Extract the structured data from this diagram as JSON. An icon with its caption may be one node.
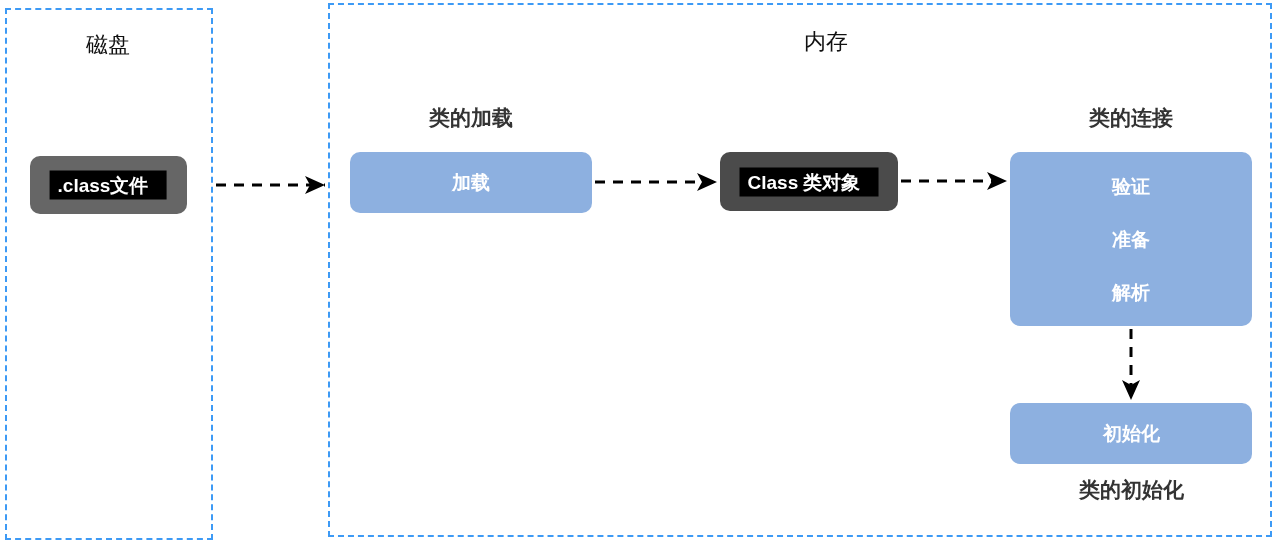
{
  "diagram": {
    "nodes": [
      {
        "text": [
          "磁盘"
        ]
      },
      {
        "text": [
          ".class文件"
        ],
        "in": 0
      },
      {
        "text": [
          "内存"
        ]
      },
      {
        "text": [
          "类的加载",
          "加载"
        ],
        "in": 2
      },
      {
        "text": [
          "Class 类对象"
        ],
        "in": 2
      },
      {
        "text": [
          "类的连接",
          "验证",
          "准备",
          "解析"
        ],
        "in": 2
      },
      {
        "text": [
          "初始化"
        ],
        "beside": [
          "类的初始化"
        ],
        "in": 2
      }
    ],
    "edges": [
      {
        "from": 0,
        "to": 2,
        "arrow": "to",
        "style": "dashed"
      },
      {
        "from": 3,
        "to": 4,
        "arrow": "to",
        "style": "dashed"
      },
      {
        "from": 4,
        "to": 5,
        "arrow": "to",
        "style": "dashed"
      },
      {
        "from": 5,
        "to": 6,
        "arrow": "to",
        "style": "dashed"
      }
    ]
  }
}
